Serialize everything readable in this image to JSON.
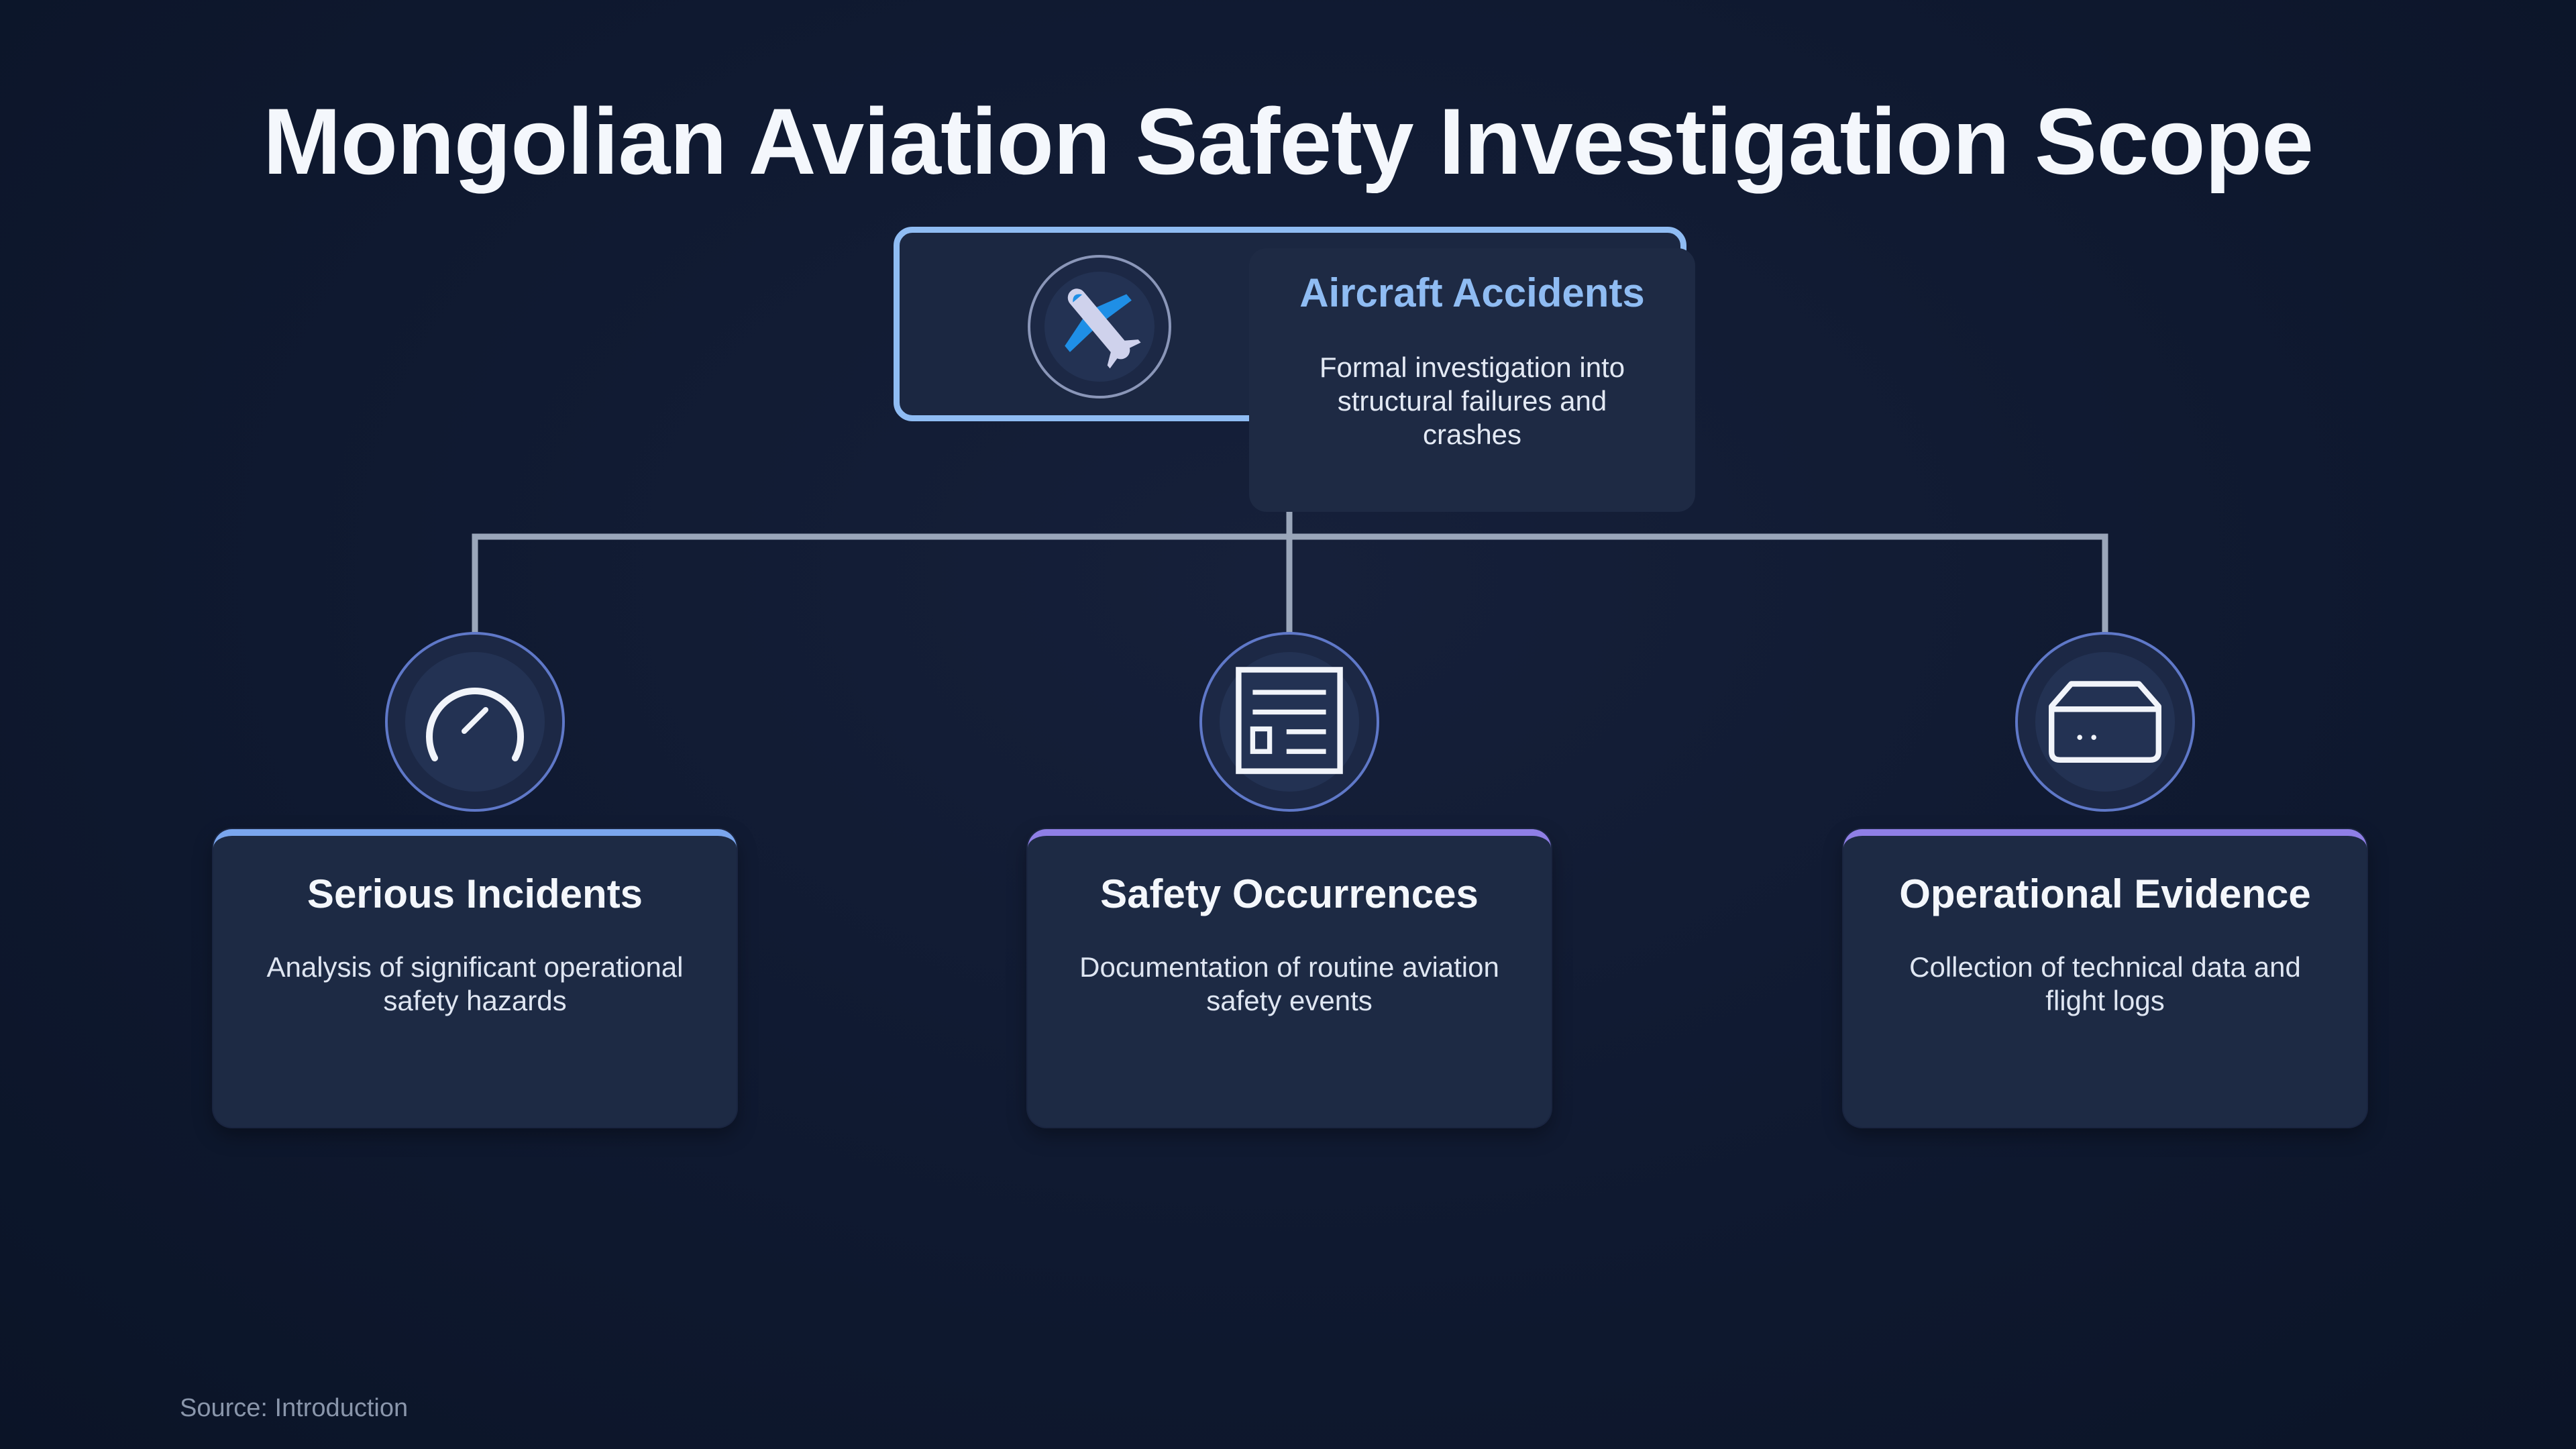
{
  "title": "Mongolian Aviation Safety Investigation Scope",
  "root": {
    "title": "Aircraft Accidents",
    "description": "Formal investigation into structural failures and crashes",
    "icon": "airplane-icon"
  },
  "children": [
    {
      "title": "Serious Incidents",
      "description": "Analysis of significant operational safety hazards",
      "icon": "gauge-icon"
    },
    {
      "title": "Safety Occurrences",
      "description": "Documentation of routine aviation safety events",
      "icon": "document-icon"
    },
    {
      "title": "Operational Evidence",
      "description": "Collection of technical data and flight logs",
      "icon": "storage-drive-icon"
    }
  ],
  "source": "Source: Introduction",
  "colors": {
    "background": "#0f1930",
    "accent_blue": "#8fbcf3",
    "accent_violet": "#8f7fe6",
    "connector": "#9aa6ba"
  }
}
